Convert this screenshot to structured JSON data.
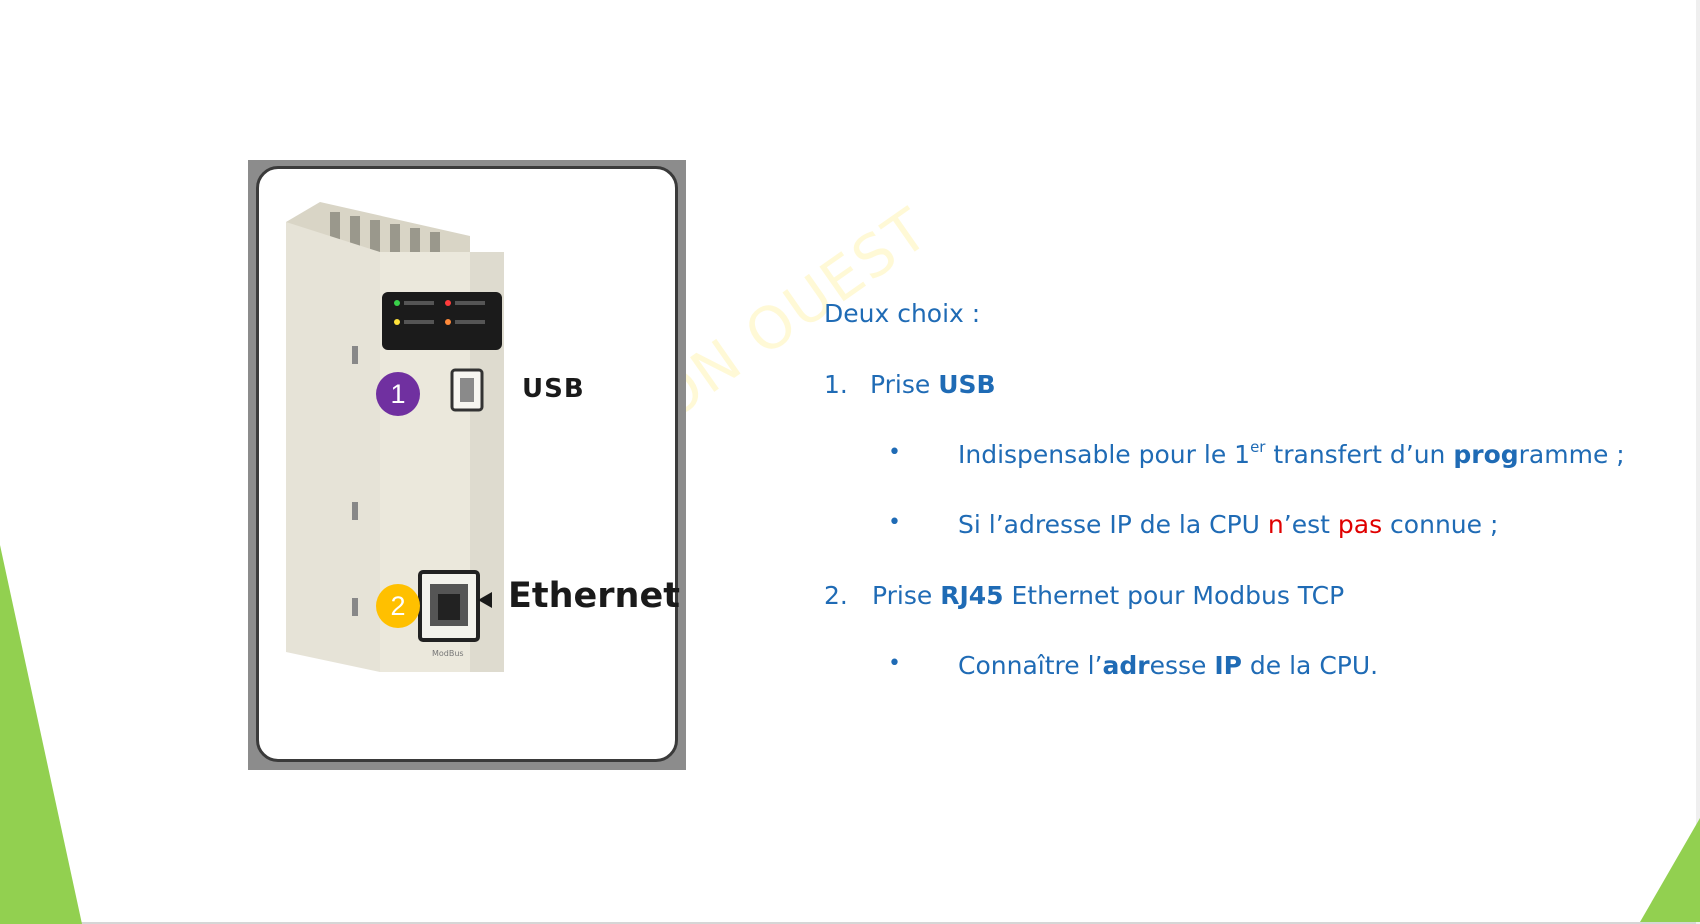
{
  "figure": {
    "label_usb": "USB",
    "label_ethernet": "Ethernet",
    "marker_1": "1",
    "marker_2": "2",
    "device_port_text": "ModBus"
  },
  "watermark": "AUTOMATION OUEST",
  "content": {
    "intro": "Deux choix :",
    "item1": {
      "number": "1.",
      "prefix": "Prise ",
      "bold": "USB",
      "subitems": [
        {
          "bullet": "•",
          "parts": [
            {
              "text": "Indispensable pour le 1"
            },
            {
              "text": "er",
              "style": "sup"
            },
            {
              "text": " transfert d’un "
            },
            {
              "text": "prog",
              "style": "bold"
            },
            {
              "text": "ramme ;"
            }
          ]
        },
        {
          "bullet": "•",
          "parts": [
            {
              "text": "Si l’adresse IP de la CPU "
            },
            {
              "text": "n",
              "style": "red"
            },
            {
              "text": "’est "
            },
            {
              "text": "pas",
              "style": "red"
            },
            {
              "text": " connue ;"
            }
          ]
        }
      ]
    },
    "item2": {
      "number": "2.",
      "prefix": "Prise ",
      "bold": "RJ45",
      "suffix": " Ethernet pour Modbus TCP",
      "subitems": [
        {
          "bullet": "•",
          "parts": [
            {
              "text": "Connaître l’"
            },
            {
              "text": "adr",
              "style": "bold"
            },
            {
              "text": "esse "
            },
            {
              "text": "IP",
              "style": "bold"
            },
            {
              "text": " de la CPU."
            }
          ]
        }
      ]
    }
  },
  "colors": {
    "text_blue": "#1f6bb5",
    "accent_red": "#e00000",
    "marker_purple": "#7030a0",
    "marker_yellow": "#ffc000",
    "decor_green": "#92d050"
  }
}
